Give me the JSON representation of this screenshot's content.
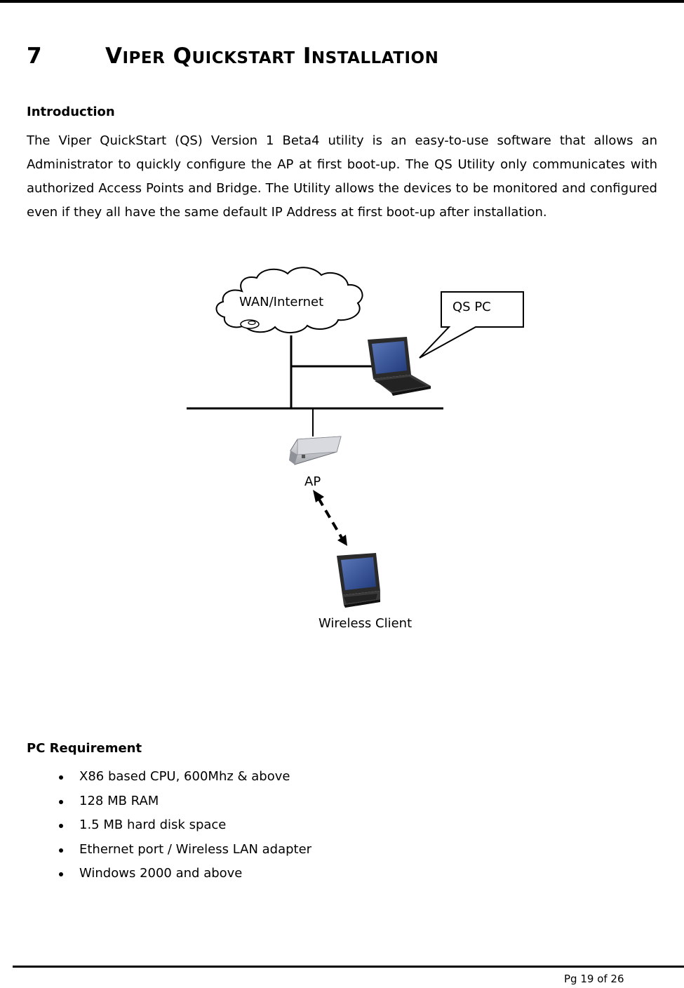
{
  "heading": {
    "number": "7",
    "words": [
      {
        "initial": "V",
        "rest": "IPER"
      },
      {
        "initial": "Q",
        "rest": "UICKSTART"
      },
      {
        "initial": "I",
        "rest": "NSTALLATION"
      }
    ]
  },
  "intro": {
    "title": "Introduction",
    "body": "The Viper QuickStart (QS) Version 1 Beta4 utility is an easy-to-use software that allows an Administrator to quickly configure the AP at first boot-up. The QS Utility only communicates with authorized Access Points and Bridge. The Utility allows the devices to be monitored and configured even if they all have the same default IP Address at first boot-up after installation."
  },
  "diagram": {
    "cloud_label": "WAN/Internet",
    "callout_label": "QS PC",
    "ap_label": "AP",
    "client_label": "Wireless Client"
  },
  "requirements": {
    "title": "PC Requirement",
    "items": [
      "X86 based CPU, 600Mhz & above",
      "128 MB RAM",
      "1.5 MB hard disk space",
      "Ethernet port / Wireless LAN adapter",
      "Windows 2000 and above"
    ]
  },
  "footer": {
    "page": "Pg 19 of 26"
  }
}
